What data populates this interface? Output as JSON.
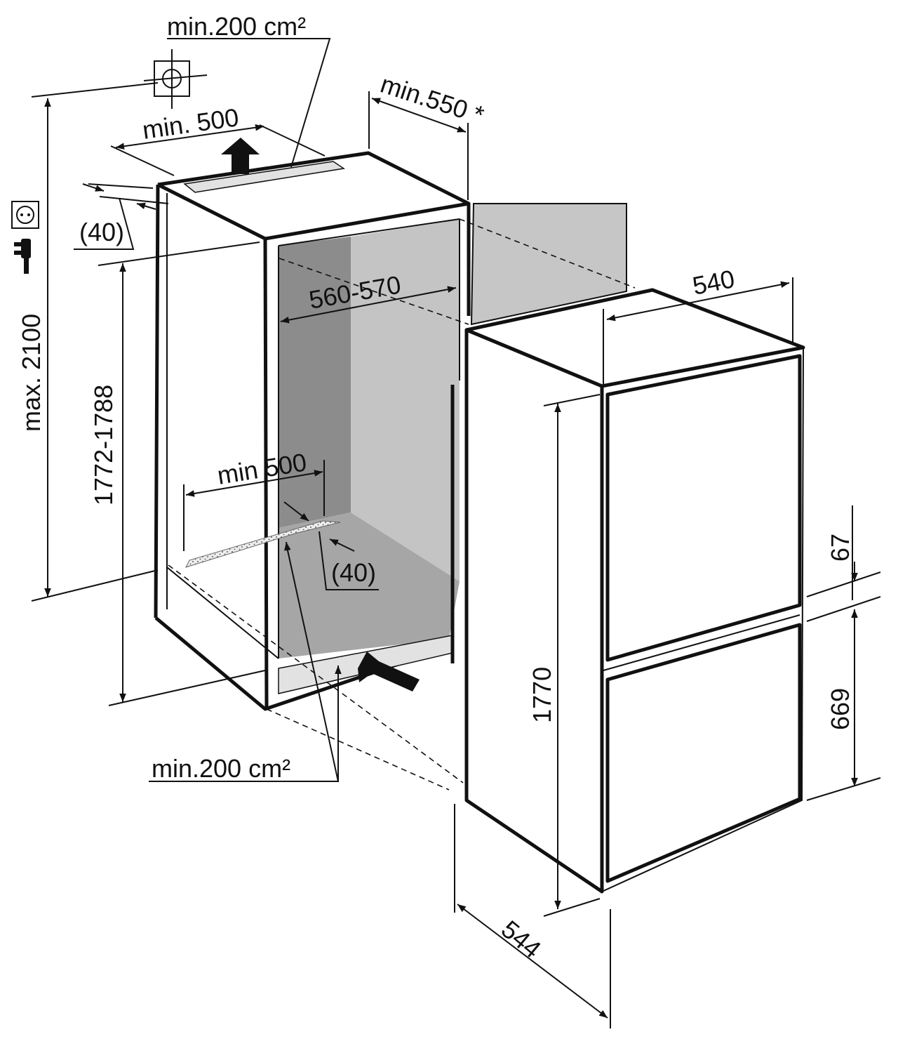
{
  "labels": {
    "vent_top_area": "min.200 cm²",
    "vent_top_width": "min. 500",
    "vent_top_gap": "(40)",
    "door_clearance": "min.550 *",
    "max_height": "max. 2100",
    "niche_height": "1772-1788",
    "niche_width": "560-570",
    "vent_bottom_width": "min 500",
    "vent_bottom_gap": "(40)",
    "vent_bottom_area": "min.200 cm²",
    "appliance_width": "540",
    "appliance_depth": "544",
    "appliance_height": "1770",
    "door_gap": "67",
    "freezer_door_height": "669"
  },
  "icons": [
    "ventilation-grille-icon",
    "power-socket-icon",
    "power-plug-icon"
  ],
  "colors": {
    "line": "#111111",
    "niche_back": "#8c8c8c",
    "niche_side": "#c4c4c4",
    "niche_floor": "#a6a6a6",
    "vent_fill": "#e2e2e2"
  }
}
